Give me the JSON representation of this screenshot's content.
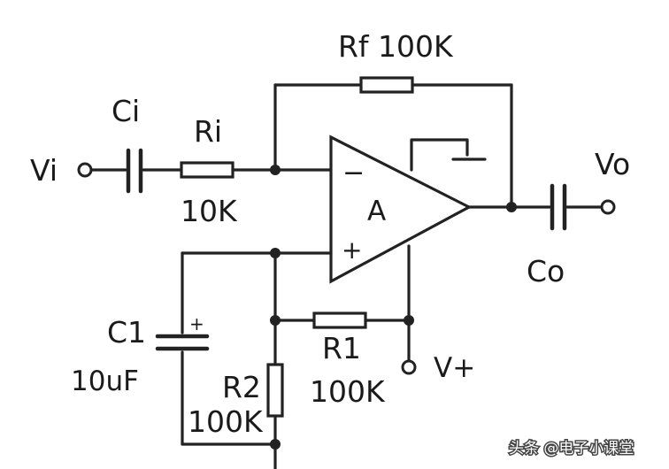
{
  "labels": {
    "vi": "Vi",
    "vo": "Vo",
    "ci": "Ci",
    "ri": "Ri",
    "ri_value": "10K",
    "rf": "Rf 100K",
    "opamp": "A",
    "minus": "−",
    "plus": "+",
    "co": "Co",
    "c1": "C1",
    "c1_value": "10uF",
    "c1_polarity": "+",
    "r1": "R1",
    "r1_value": "100K",
    "r2": "R2",
    "r2_value": "100K",
    "vplus": "V+"
  },
  "watermark": "头条 @电子小课堂"
}
